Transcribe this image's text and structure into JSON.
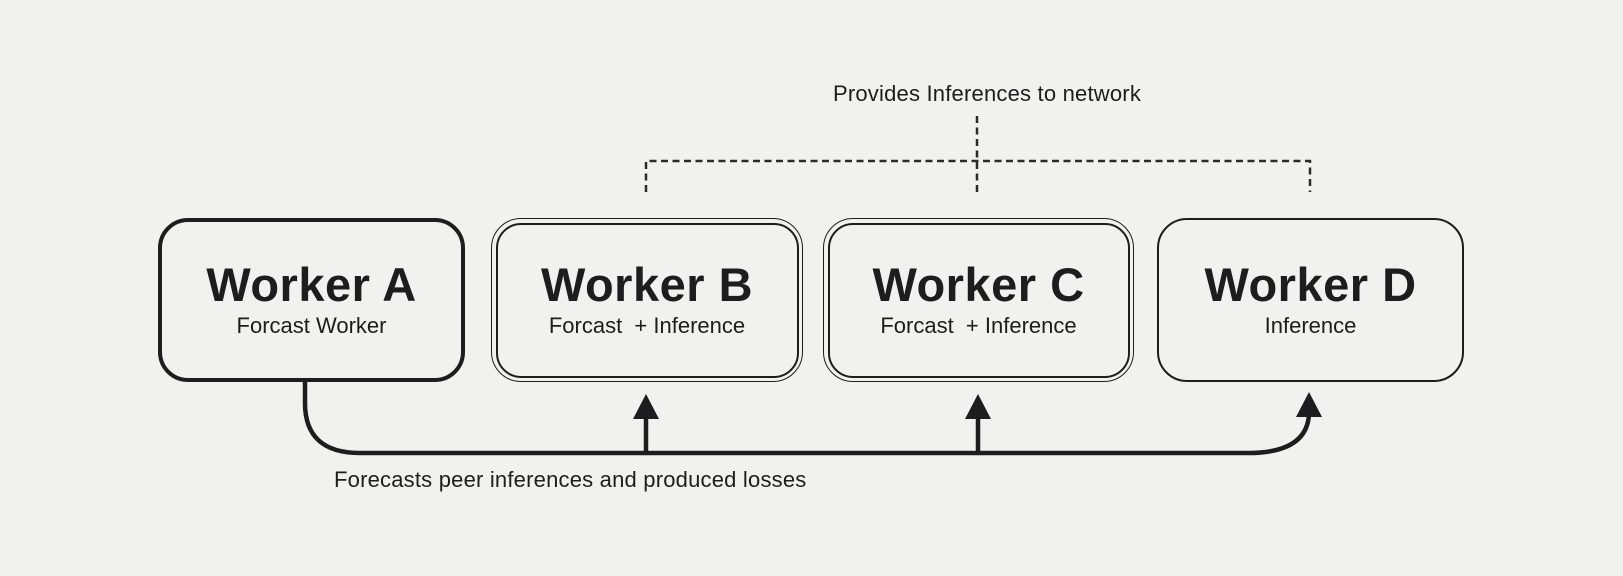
{
  "colors": {
    "background": "#f1f1ef",
    "line": "#1d1d1f",
    "text": "#1d1d1f"
  },
  "annotations": {
    "top": "Provides Inferences to network",
    "bottom": "Forecasts peer inferences and produced losses"
  },
  "workers": [
    {
      "title": "Worker A",
      "subtitle": "Forcast Worker",
      "border_style": "single-thick"
    },
    {
      "title": "Worker B",
      "subtitle": "Forcast  + Inference",
      "border_style": "double"
    },
    {
      "title": "Worker C",
      "subtitle": "Forcast  + Inference",
      "border_style": "double"
    },
    {
      "title": "Worker D",
      "subtitle": "Inference",
      "border_style": "single-thin"
    }
  ]
}
